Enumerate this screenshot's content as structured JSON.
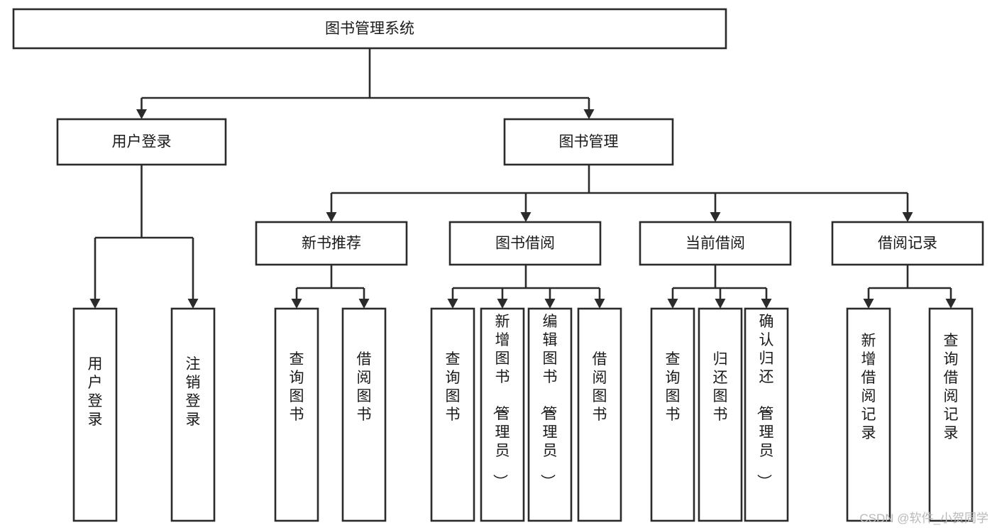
{
  "diagram": {
    "title": "图书管理系统",
    "type": "tree-hierarchy",
    "orientation": "top-down",
    "colors": {
      "line": "#2b2b2b",
      "box_fill": "#ffffff",
      "text": "#1a1a1a",
      "watermark": "#b9b9b9",
      "background": "#ffffff"
    },
    "levels": [
      {
        "level": 1,
        "nodes": [
          {
            "id": "root",
            "label": "图书管理系统",
            "text_orientation": "horizontal"
          }
        ]
      },
      {
        "level": 2,
        "nodes": [
          {
            "id": "login",
            "label": "用户登录",
            "text_orientation": "horizontal",
            "parent": "root"
          },
          {
            "id": "bookmgmt",
            "label": "图书管理",
            "text_orientation": "horizontal",
            "parent": "root"
          }
        ]
      },
      {
        "level": 3,
        "nodes": [
          {
            "id": "newbook",
            "label": "新书推荐",
            "text_orientation": "horizontal",
            "parent": "bookmgmt"
          },
          {
            "id": "borrow",
            "label": "图书借阅",
            "text_orientation": "horizontal",
            "parent": "bookmgmt"
          },
          {
            "id": "current",
            "label": "当前借阅",
            "text_orientation": "horizontal",
            "parent": "bookmgmt"
          },
          {
            "id": "records",
            "label": "借阅记录",
            "text_orientation": "horizontal",
            "parent": "bookmgmt"
          }
        ]
      },
      {
        "level": 4,
        "nodes": [
          {
            "id": "leaf1",
            "label": "用户登录",
            "text_orientation": "vertical",
            "parent": "login"
          },
          {
            "id": "leaf2",
            "label": "注销登录",
            "text_orientation": "vertical",
            "parent": "login"
          },
          {
            "id": "leaf3",
            "label": "查询图书",
            "text_orientation": "vertical",
            "parent": "newbook"
          },
          {
            "id": "leaf4",
            "label": "借阅图书",
            "text_orientation": "vertical",
            "parent": "newbook"
          },
          {
            "id": "leaf5",
            "label": "查询图书",
            "text_orientation": "vertical",
            "parent": "borrow"
          },
          {
            "id": "leaf6",
            "label": "新增图书（管理员）",
            "text_orientation": "vertical",
            "parent": "borrow"
          },
          {
            "id": "leaf7",
            "label": "编辑图书（管理员）",
            "text_orientation": "vertical",
            "parent": "borrow"
          },
          {
            "id": "leaf8",
            "label": "借阅图书",
            "text_orientation": "vertical",
            "parent": "borrow"
          },
          {
            "id": "leaf9",
            "label": "查询图书",
            "text_orientation": "vertical",
            "parent": "current"
          },
          {
            "id": "leaf10",
            "label": "归还图书",
            "text_orientation": "vertical",
            "parent": "current"
          },
          {
            "id": "leaf11",
            "label": "确认归还（管理员）",
            "text_orientation": "vertical",
            "parent": "current"
          },
          {
            "id": "leaf12",
            "label": "新增借阅记录",
            "text_orientation": "vertical",
            "parent": "records"
          },
          {
            "id": "leaf13",
            "label": "查询借阅记录",
            "text_orientation": "vertical",
            "parent": "records"
          }
        ]
      }
    ]
  },
  "watermark": {
    "text": "CSDN @软件_小贺同学"
  }
}
